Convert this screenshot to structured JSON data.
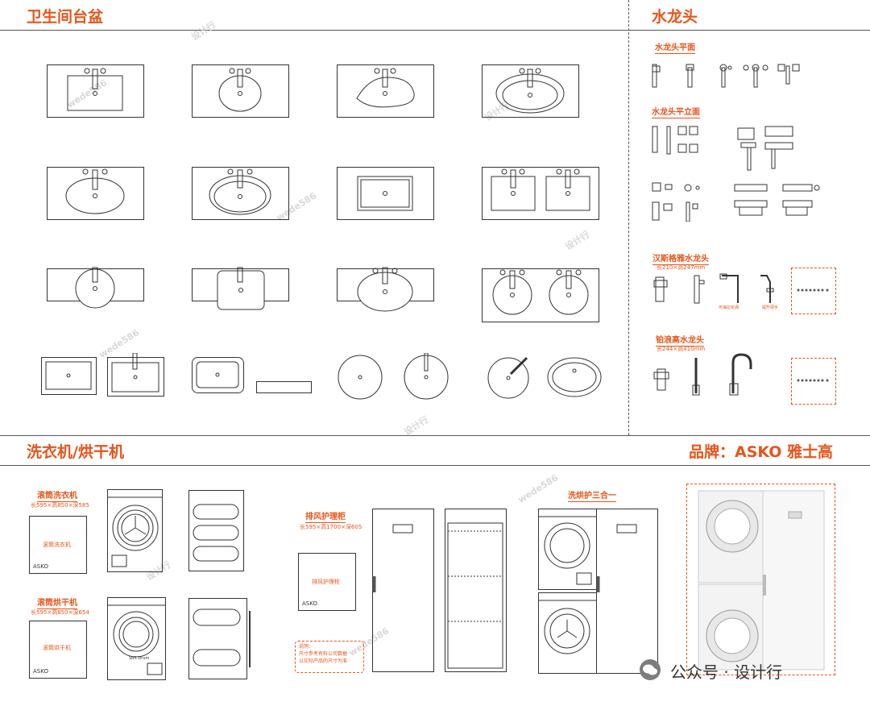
{
  "sections": {
    "basin": "卫生间台盆",
    "faucet": "水龙头",
    "washer": "洗衣机/烘干机",
    "brand": "品牌：ASKO 雅士高"
  },
  "faucet_subsections": {
    "plan": "水龙头平面",
    "plan_elevation": "水龙头平立面",
    "hansgrohe": "汉斯格雅水龙头",
    "hansgrohe_size": "长210×高247mm",
    "hansgrohe_label_a": "可抽拉花洒",
    "hansgrohe_label_b": "提升把手",
    "gessi": "铂浪高水龙头",
    "gessi_size": "长244×高410mm"
  },
  "washer_items": {
    "drum_washer": "滚筒洗衣机",
    "drum_washer_size": "长595×高850×深585",
    "drum_washer_label": "滚筒洗衣机",
    "drum_dryer": "滚筒烘干机",
    "drum_dryer_size": "长595×高850×深654",
    "drum_dryer_label": "滚筒烘干机",
    "asko": "ASKO",
    "cabinet": "排风护理柜",
    "cabinet_size": "长595×高1700×深605",
    "cabinet_label": "排风护理柜",
    "combo": "洗烘护三合一",
    "note_lines": [
      "说明：",
      "尺寸参考有料公司数据",
      "以实际产品的尺寸为准"
    ],
    "drum_text": "Soft Drum"
  },
  "footer": {
    "wechat": "公众号 · 设计行"
  },
  "watermarks": [
    "设计行",
    "wede586"
  ],
  "colors": {
    "accent": "#e8541a",
    "line": "#333333",
    "watermark": "#d8d8d8"
  }
}
